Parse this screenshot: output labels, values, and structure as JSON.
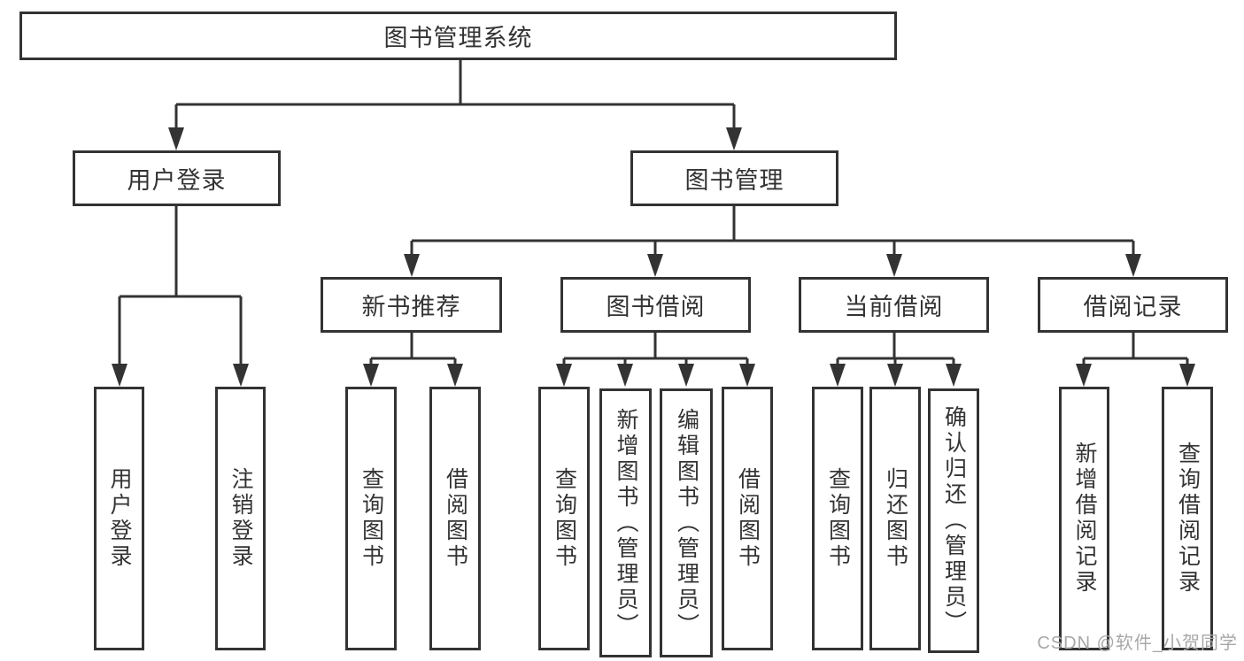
{
  "diagram": {
    "root": {
      "label": "图书管理系统"
    },
    "level2": [
      {
        "label": "用户登录"
      },
      {
        "label": "图书管理"
      }
    ],
    "level3": [
      {
        "label": "新书推荐"
      },
      {
        "label": "图书借阅"
      },
      {
        "label": "当前借阅"
      },
      {
        "label": "借阅记录"
      }
    ],
    "leaves": [
      {
        "label": "用户登录"
      },
      {
        "label": "注销登录"
      },
      {
        "label": "查询图书"
      },
      {
        "label": "借阅图书"
      },
      {
        "label": "查询图书"
      },
      {
        "label": "新增图书（管理员）"
      },
      {
        "label": "编辑图书（管理员）"
      },
      {
        "label": "借阅图书"
      },
      {
        "label": "查询图书"
      },
      {
        "label": "归还图书"
      },
      {
        "label": "确认归还（管理员）"
      },
      {
        "label": "新增借阅记录"
      },
      {
        "label": "查询借阅记录"
      }
    ]
  },
  "watermark": {
    "text": "CSDN @软件_小贺同学"
  },
  "colors": {
    "line": "#333333",
    "box_border": "#333333",
    "text": "#333333",
    "watermark": "#a8a8a8",
    "background": "#ffffff"
  }
}
